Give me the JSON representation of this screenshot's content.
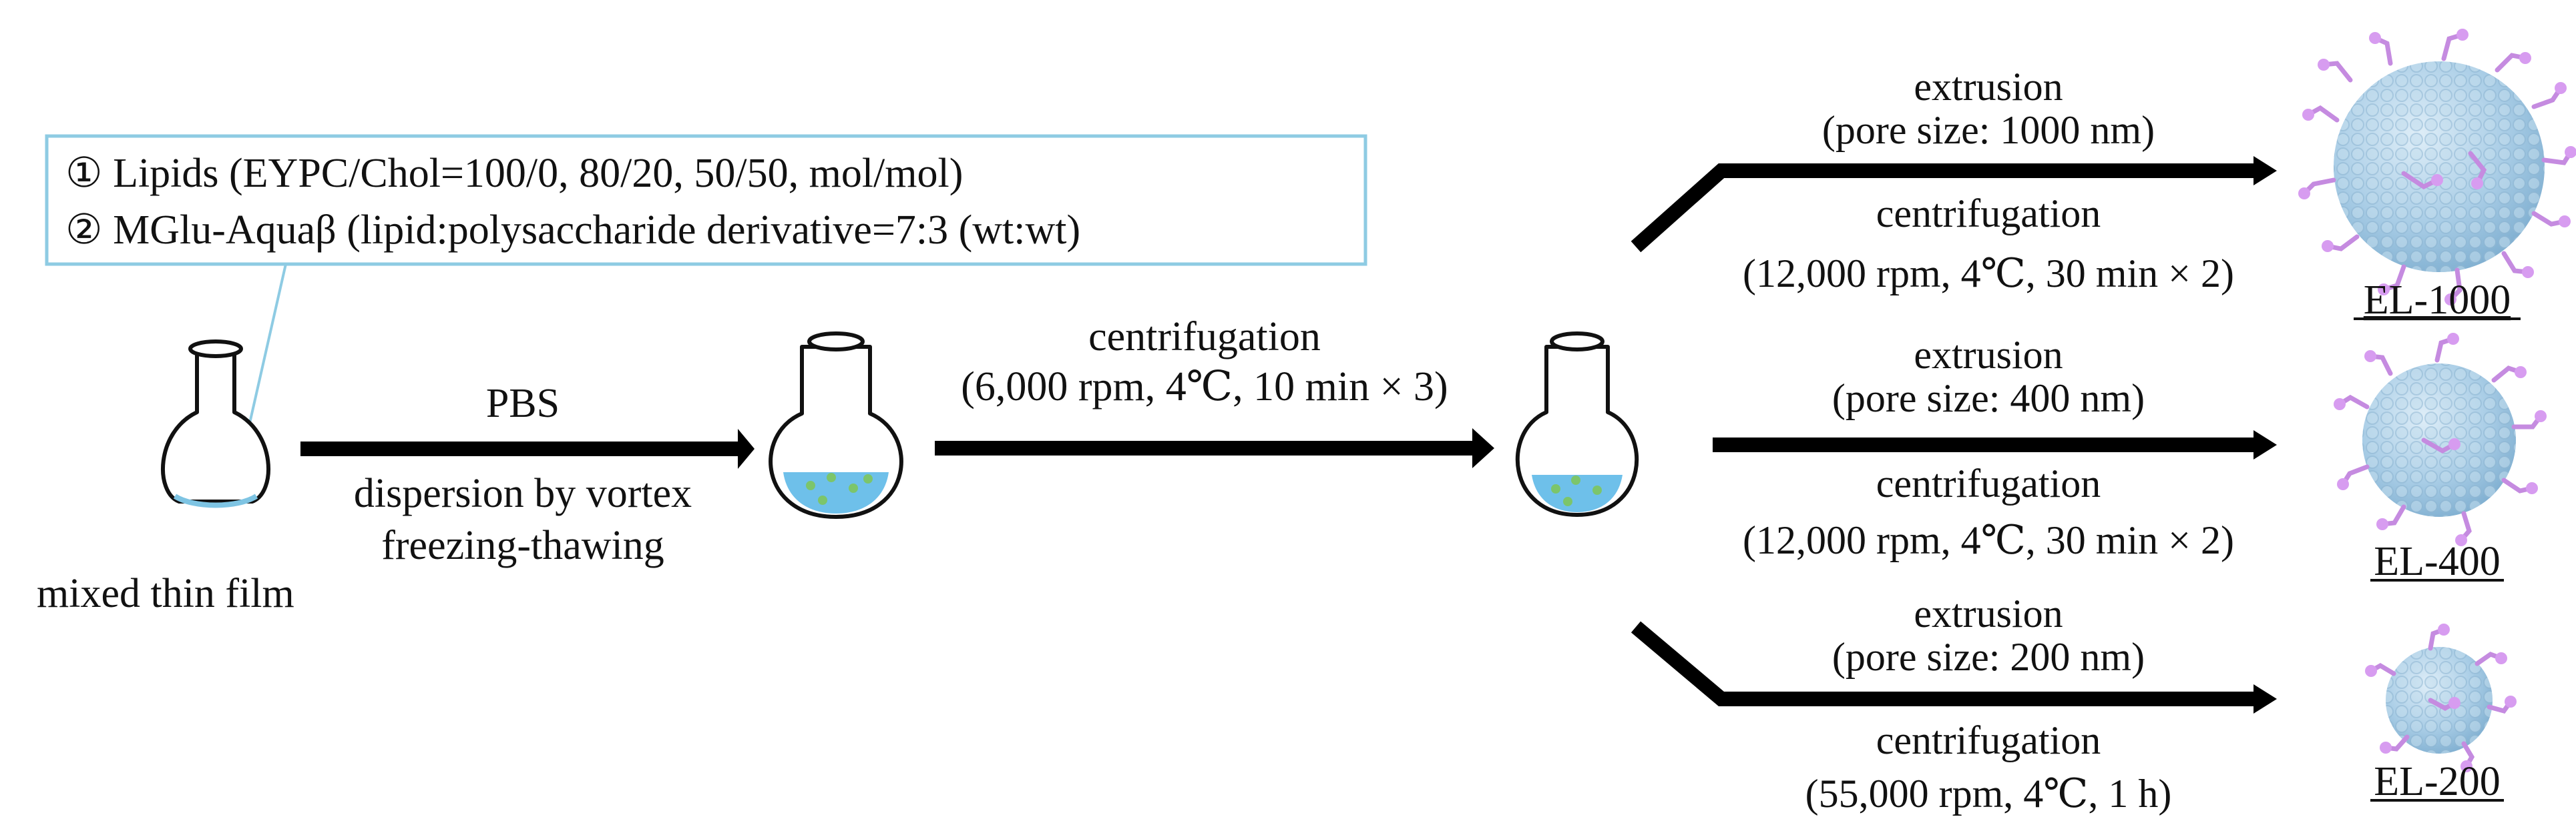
{
  "legend": {
    "line1": "① Lipids  (EYPC/Chol=100/0, 80/20, 50/50, mol/mol)",
    "line2": "② MGlu-Aquaβ (lipid:polysaccharide  derivative=7:3 (wt:wt)"
  },
  "flask1": {
    "label": "mixed thin film"
  },
  "step1": {
    "top": "PBS",
    "bottom1": "dispersion by vortex",
    "bottom2": "freezing-thawing"
  },
  "step2": {
    "line1": "centrifugation",
    "line2": "(6,000 rpm,  4℃,  10 min × 3)"
  },
  "branch_top": {
    "line1": "extrusion",
    "line2": "(pore size:  1000 nm)",
    "line3": "centrifugation",
    "line4": "(12,000 rpm,  4℃,  30 min × 2)",
    "product": "EL-1000"
  },
  "branch_mid": {
    "line1": "extrusion",
    "line2": "(pore size:  400 nm)",
    "line3": "centrifugation",
    "line4": "(12,000 rpm,  4℃,  30 min × 2)",
    "product": "EL-400"
  },
  "branch_bot": {
    "line1": "extrusion",
    "line2": "(pore size:  200 nm)",
    "line3": "centrifugation",
    "line4": "(55,000 rpm,  4℃,  1 h)",
    "product": "EL-200"
  }
}
